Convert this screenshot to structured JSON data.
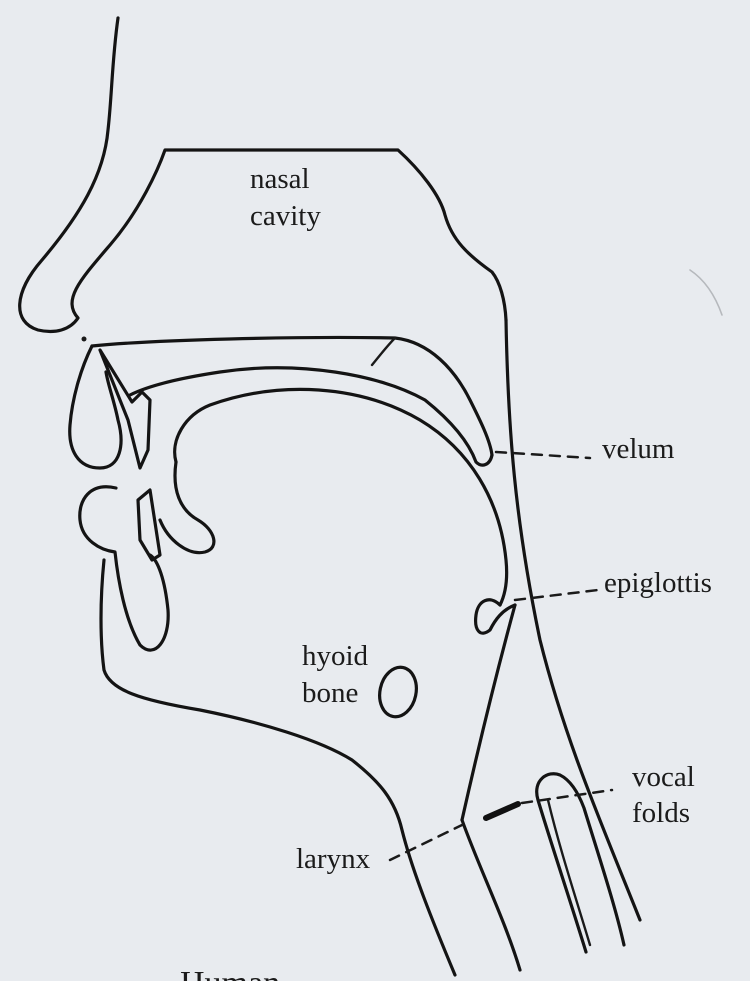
{
  "labels": {
    "nasal_line1": "nasal",
    "nasal_line2": "cavity",
    "velum": "velum",
    "epiglottis": "epiglottis",
    "hyoid_line1": "hyoid",
    "hyoid_line2": "bone",
    "vocal_line1": "vocal",
    "vocal_line2": "folds",
    "larynx": "larynx",
    "bottom_caption": "Human"
  }
}
